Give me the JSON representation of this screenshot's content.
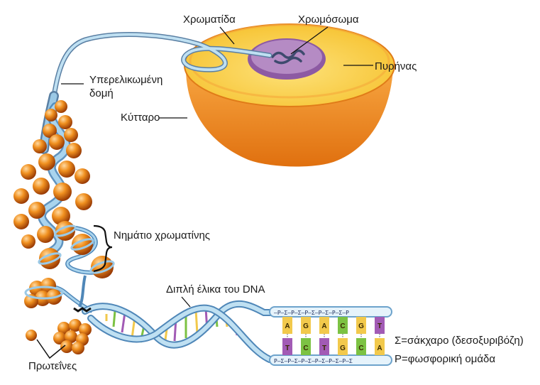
{
  "labels": {
    "chromatid": "Χρωματίδα",
    "chromosome": "Χρωμόσωμα",
    "nucleus": "Πυρήνας",
    "supercoiled_line1": "Υπερελικωμένη",
    "supercoiled_line2": "δομή",
    "cell": "Κύτταρο",
    "chromatin_fiber": "Νημάτιο χρωματίνης",
    "dna_double_helix": "Διπλή έλικα του DNA",
    "sugar_legend": "Σ=σάκχαρο (δεσοξυριβόζη)",
    "phosphate_legend": "P=φωσφορική ομάδα",
    "proteins": "Πρωτεΐνες"
  },
  "backbone": {
    "top": "–P–Σ–P–Σ–P–Σ–P–Σ–P–Σ–P",
    "bottom": "P–Σ–P–Σ–P–Σ–P–Σ–P–Σ–P–Σ"
  },
  "base_pairs": [
    {
      "top": "A",
      "bottom": "T",
      "top_color": "#f2c94c",
      "bottom_color": "#a25bb5"
    },
    {
      "top": "G",
      "bottom": "C",
      "top_color": "#f2c94c",
      "bottom_color": "#7cc243"
    },
    {
      "top": "A",
      "bottom": "T",
      "top_color": "#f2c94c",
      "bottom_color": "#a25bb5"
    },
    {
      "top": "C",
      "bottom": "G",
      "top_color": "#7cc243",
      "bottom_color": "#f2c94c"
    },
    {
      "top": "G",
      "bottom": "C",
      "top_color": "#f2c94c",
      "bottom_color": "#7cc243"
    },
    {
      "top": "T",
      "bottom": "A",
      "top_color": "#a25bb5",
      "bottom_color": "#f2c94c"
    }
  ],
  "colors": {
    "cell_yellow": "#fbd44a",
    "cell_orange": "#f08a1e",
    "nucleus_purple": "#a779b7",
    "strand_blue": "#9bc9e6",
    "histone_orange": "#e8791a"
  }
}
